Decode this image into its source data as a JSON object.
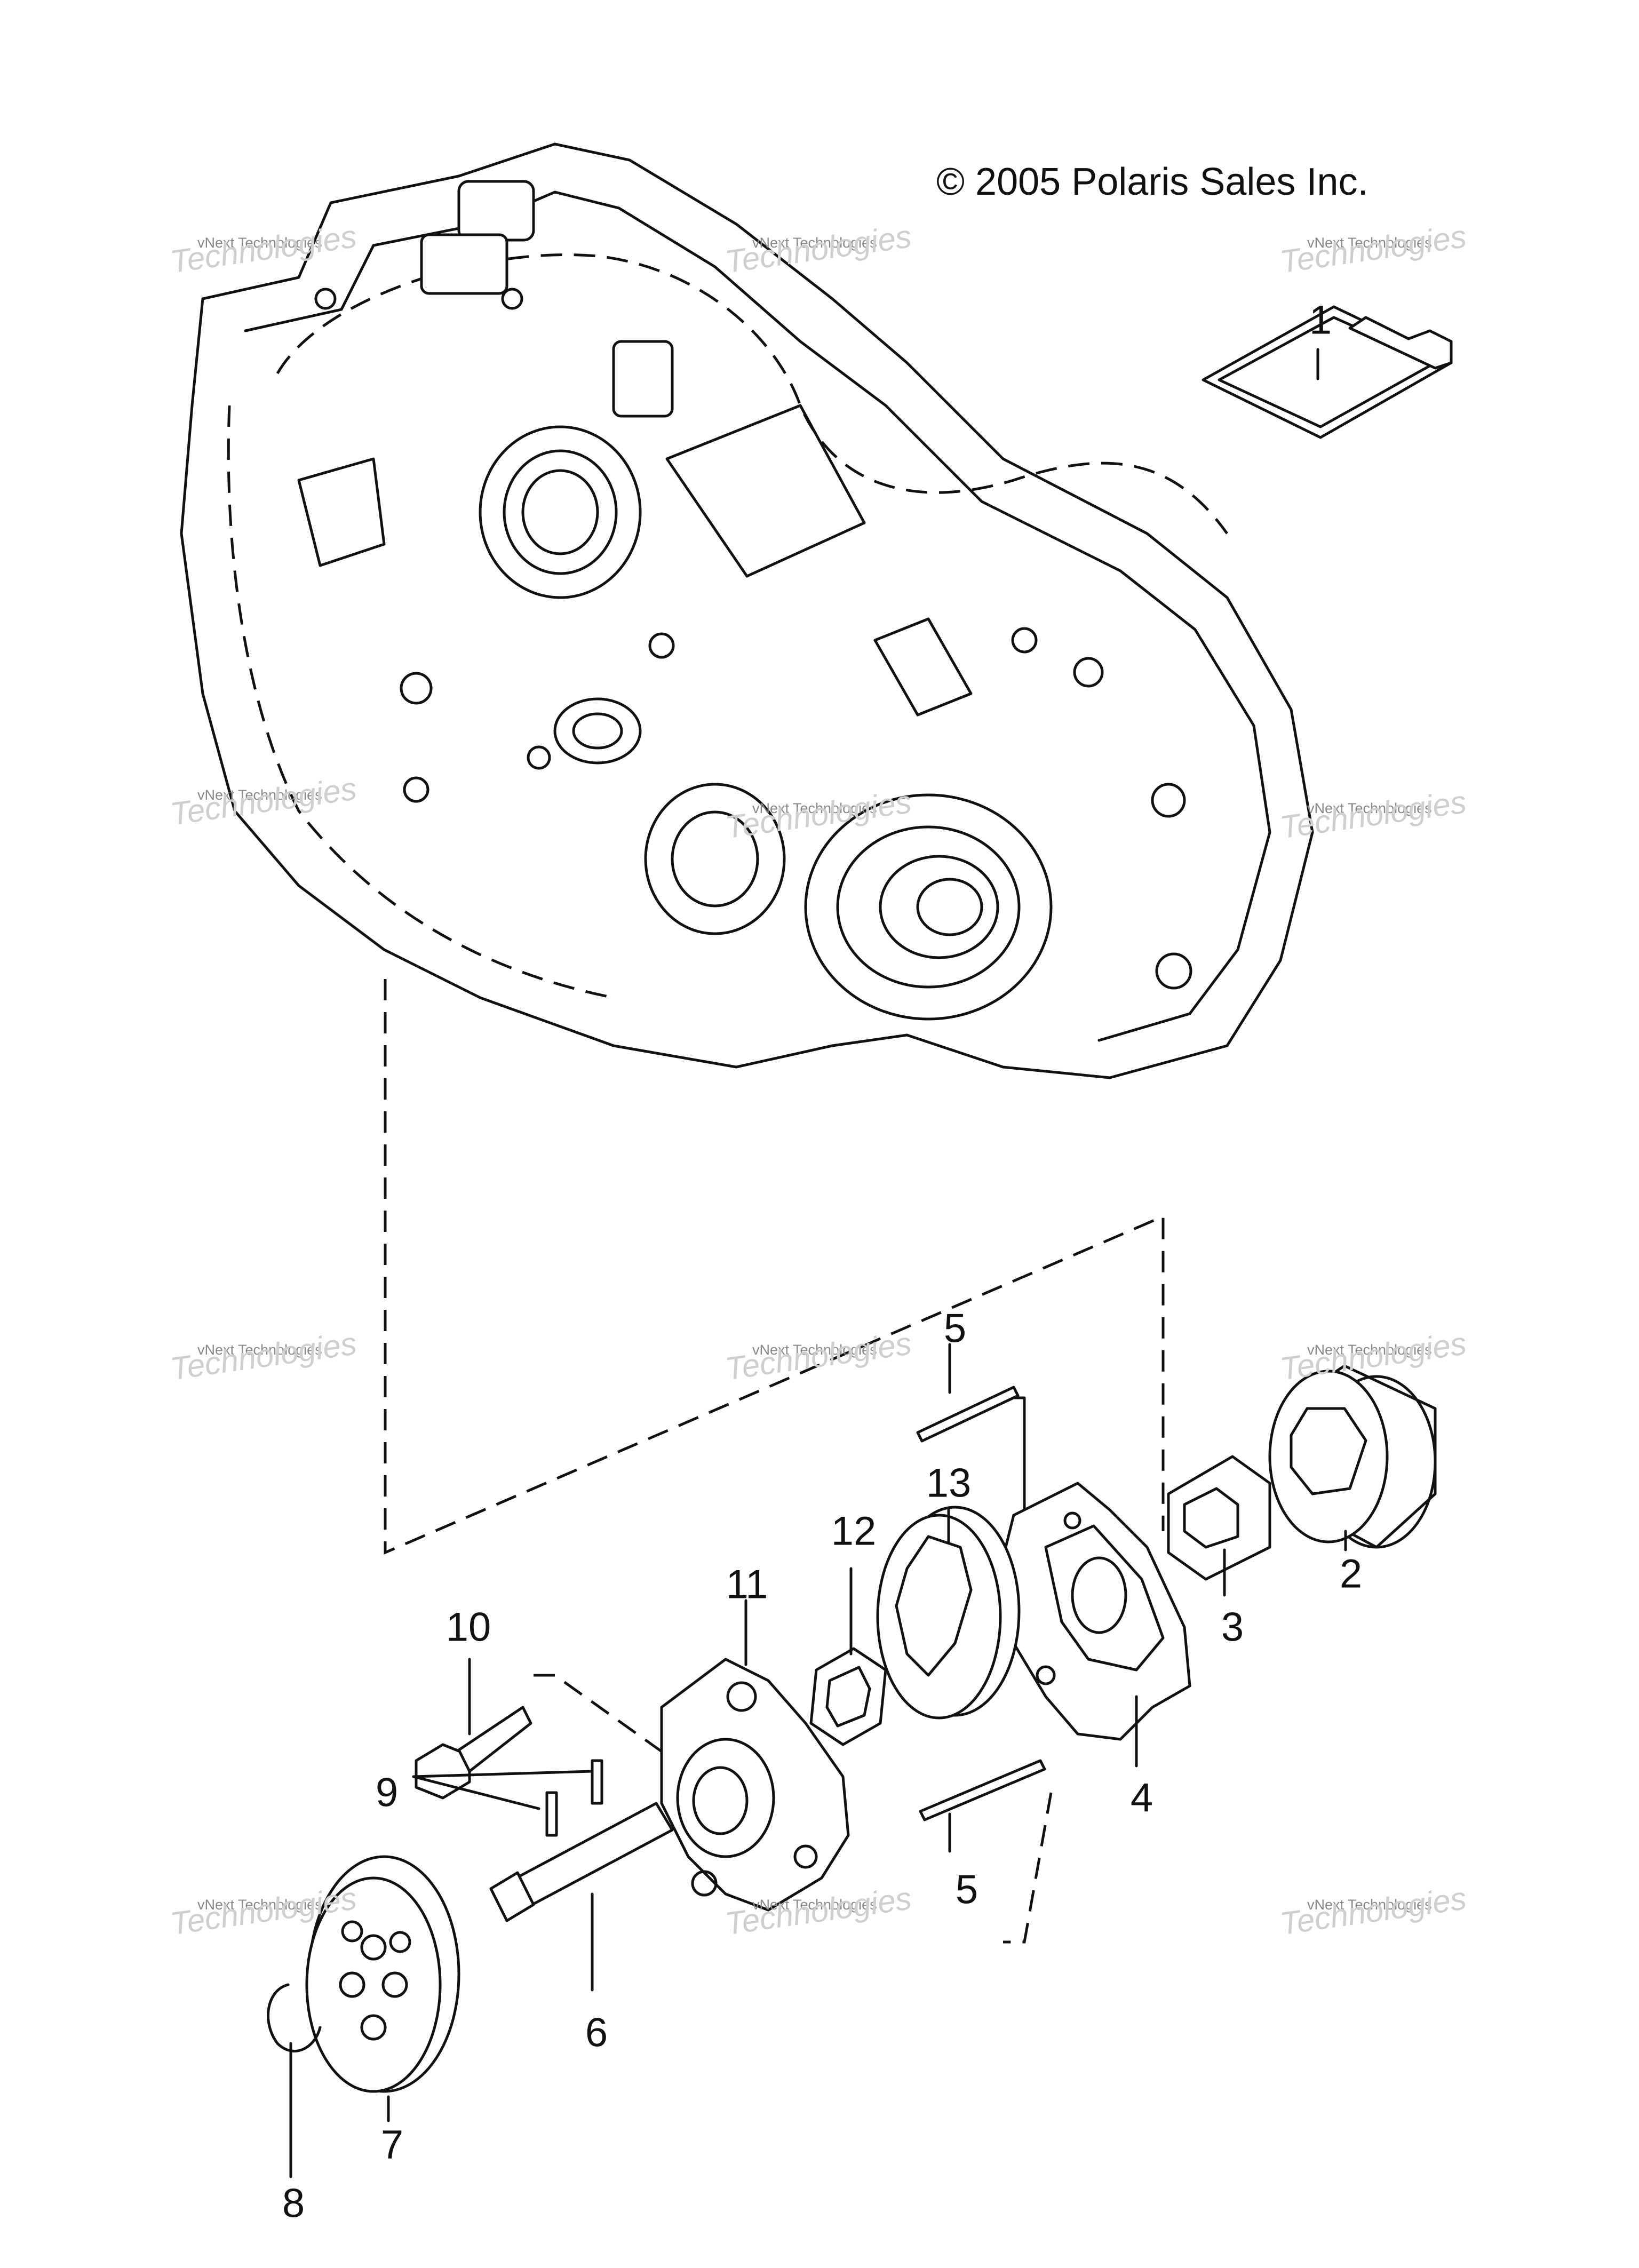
{
  "copyright": "© 2005 Polaris Sales Inc.",
  "watermark": {
    "small": "vNext Technologies",
    "big": "Technologies",
    "top": "vNext"
  },
  "callouts": [
    {
      "id": "1",
      "label": "1"
    },
    {
      "id": "2",
      "label": "2"
    },
    {
      "id": "3",
      "label": "3"
    },
    {
      "id": "4",
      "label": "4"
    },
    {
      "id": "5a",
      "label": "5"
    },
    {
      "id": "5b",
      "label": "5"
    },
    {
      "id": "6",
      "label": "6"
    },
    {
      "id": "7",
      "label": "7"
    },
    {
      "id": "8",
      "label": "8"
    },
    {
      "id": "9",
      "label": "9"
    },
    {
      "id": "10",
      "label": "10"
    },
    {
      "id": "11",
      "label": "11"
    },
    {
      "id": "12",
      "label": "12"
    },
    {
      "id": "13",
      "label": "13"
    }
  ]
}
